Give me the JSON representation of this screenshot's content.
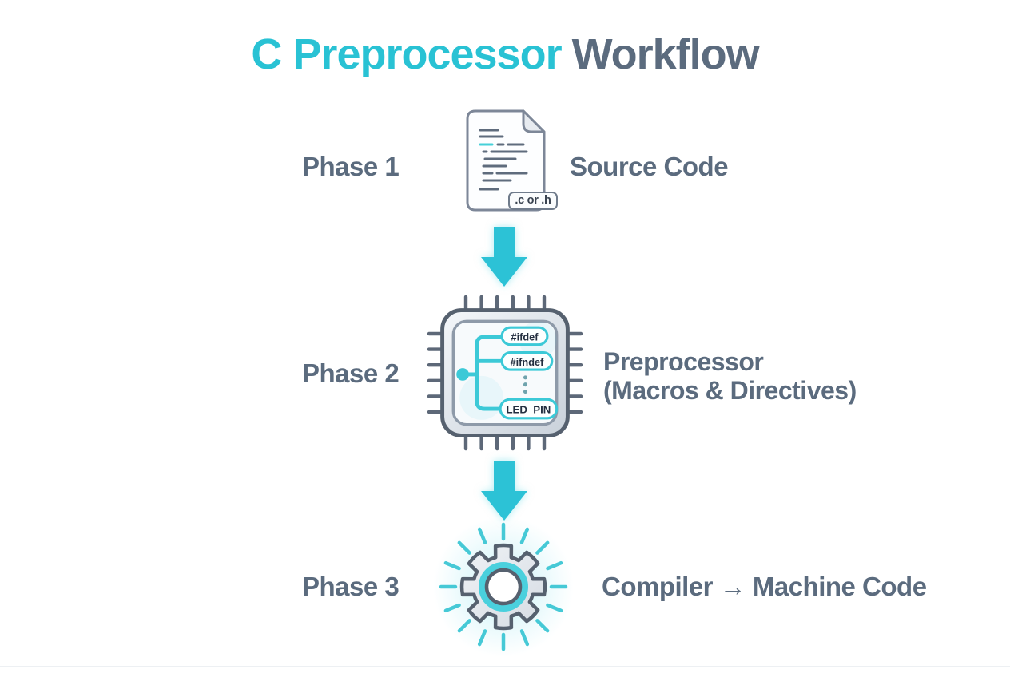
{
  "title": {
    "highlight": "C Preprocessor",
    "rest": "Workflow"
  },
  "colors": {
    "accent_teal": "#29c2d4",
    "slate_text": "#5b6b7e",
    "arrow_teal": "#2cc2d6",
    "chip_trace_teal": "#3cc9d7"
  },
  "icons": {
    "phase1": "source-file-icon",
    "phase2": "microchip-icon",
    "phase3": "gear-icon",
    "connector": "down-arrow-icon"
  },
  "phases": [
    {
      "label": "Phase 1",
      "description": "Source Code",
      "badge": ".c or .h"
    },
    {
      "label": "Phase 2",
      "description_line1": "Preprocessor",
      "description_line2": "(Macros & Directives)",
      "chip_items": [
        "#ifdef",
        "#ifndef",
        "LED_PIN"
      ]
    },
    {
      "label": "Phase 3",
      "description": "Compiler → Machine Code"
    }
  ]
}
